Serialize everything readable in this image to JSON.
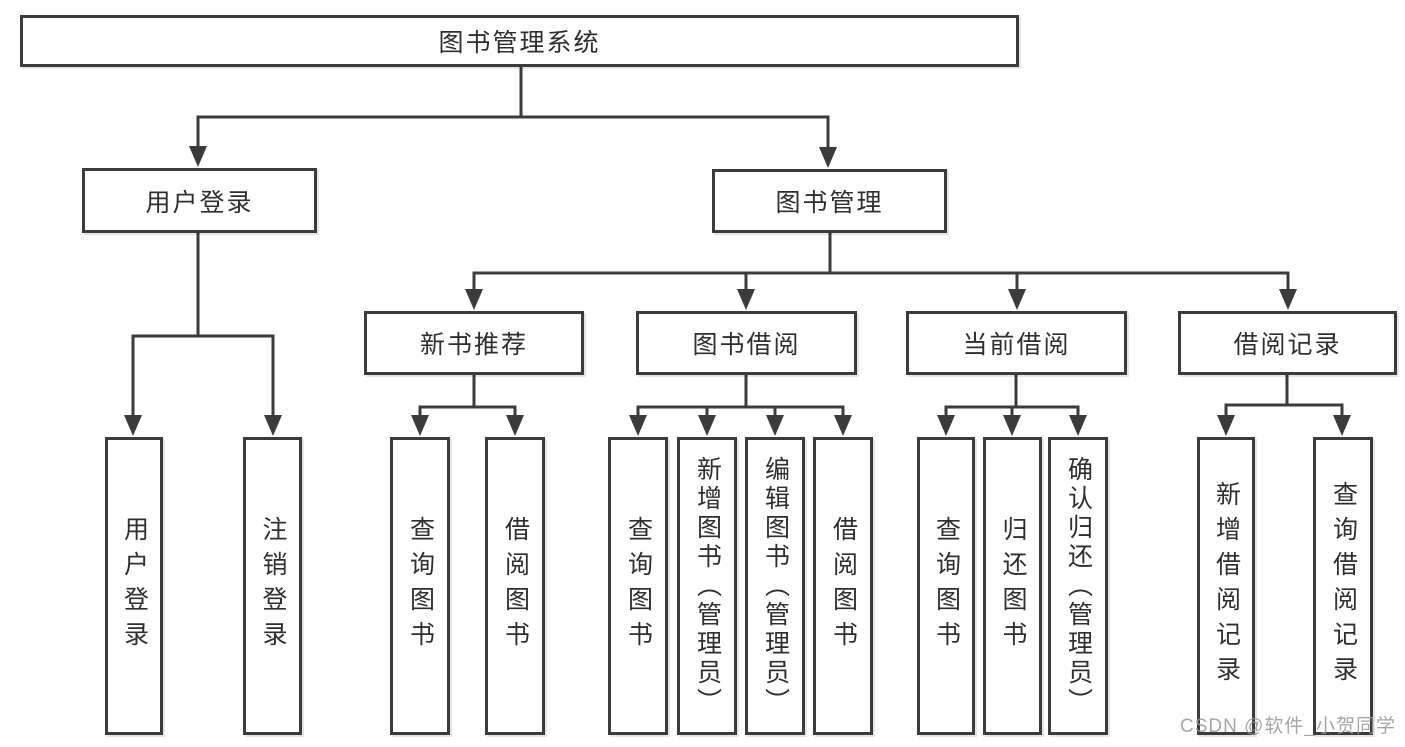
{
  "tree": {
    "label": "图书管理系统",
    "children": [
      {
        "label": "用户登录",
        "children": [
          {
            "label": "用户登录"
          },
          {
            "label": "注销登录"
          }
        ]
      },
      {
        "label": "图书管理",
        "children": [
          {
            "label": "新书推荐",
            "children": [
              {
                "label": "查询图书"
              },
              {
                "label": "借阅图书"
              }
            ]
          },
          {
            "label": "图书借阅",
            "children": [
              {
                "label": "查询图书"
              },
              {
                "label": "新增图书（管理员）"
              },
              {
                "label": "编辑图书（管理员）"
              },
              {
                "label": "借阅图书"
              }
            ]
          },
          {
            "label": "当前借阅",
            "children": [
              {
                "label": "查询图书"
              },
              {
                "label": "归还图书"
              },
              {
                "label": "确认归还（管理员）"
              }
            ]
          },
          {
            "label": "借阅记录",
            "children": [
              {
                "label": "新增借阅记录"
              },
              {
                "label": "查询借阅记录"
              }
            ]
          }
        ]
      }
    ]
  },
  "watermark": {
    "text": "CSDN @软件_小贺同学"
  },
  "colors": {
    "line": "#3b3b3b",
    "box_border": "#3b3b3b",
    "text": "#2f2f2f",
    "watermark": "#969696",
    "background": "#ffffff"
  }
}
